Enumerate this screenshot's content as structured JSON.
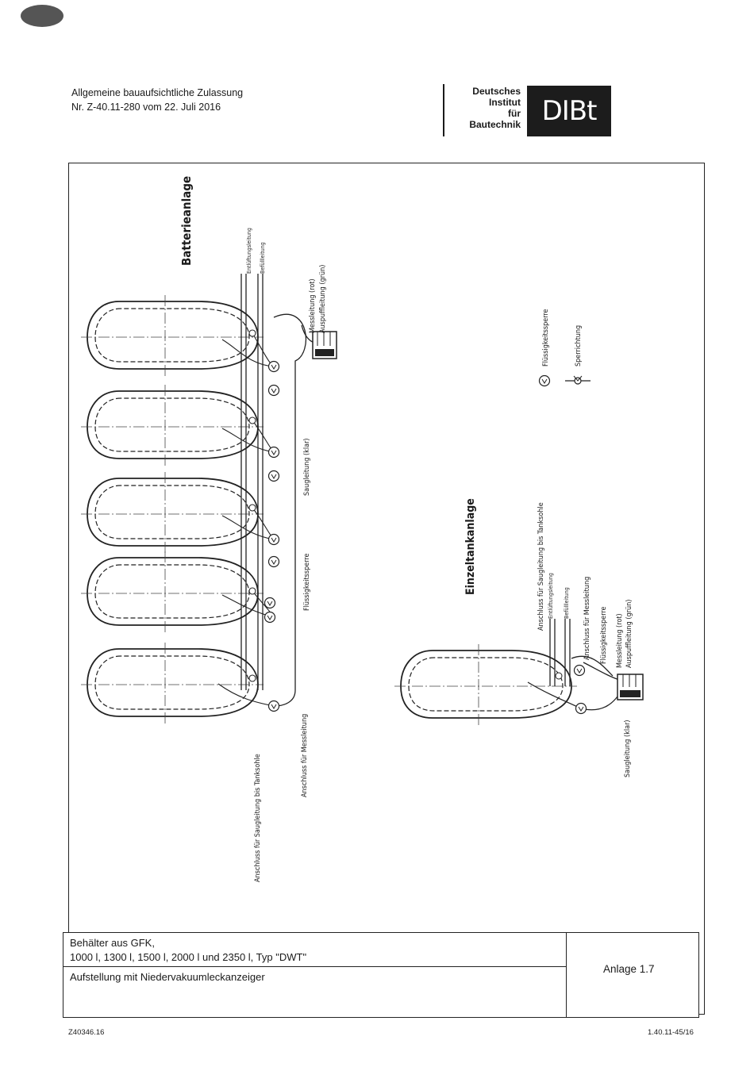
{
  "header": {
    "line1": "Allgemeine bauaufsichtliche Zulassung",
    "line2": "Nr. Z-40.11-280 vom 22. Juli 2016",
    "institute": [
      "Deutsches",
      "Institut",
      "für",
      "Bautechnik"
    ],
    "logo_text": "DIBt"
  },
  "drawing": {
    "battery": {
      "title": "Batterieanlage",
      "entlueftung": "Entlüftungsleitung",
      "befuell": "Befüllleitung",
      "messleitung_rot": "Messleitung (rot)",
      "auspuff": "Auspuffleitung (grün)",
      "saugleitung": "Saugleitung (klar)",
      "fluessigkeitssperre": "Flüssigkeitssperre",
      "anschluss_mess": "Anschluss für Messleitung",
      "anschluss_saug": "Anschluss für Saugleitung bis Tanksohle"
    },
    "single": {
      "title": "Einzeltankanlage",
      "anschluss_saug": "Anschluss für Saugleitung bis Tanksohle",
      "entlueftung": "Entlüftungsleitung",
      "befuell": "Befüllleitung",
      "anschluss_mess": "Anschluss für Messleitung",
      "fluessigkeitssperre": "Flüssigkeitssperre",
      "messleitung_rot": "Messleitung (rot)",
      "auspuff": "Auspuffleitung (grün)",
      "saugleitung": "Saugleitung (klar)"
    },
    "legend": {
      "fluessigkeitssperre": "Flüssigkeitssperre",
      "sperrrichtung": "Sperrichtung"
    }
  },
  "title_block": {
    "line1": "Behälter aus GFK,",
    "line2": "1000 l, 1300 l, 1500 l, 2000 l und 2350 l, Typ \"DWT\"",
    "line3": "Aufstellung mit Niedervakuumleckanzeiger",
    "anlage": "Anlage 1.7"
  },
  "footer": {
    "left": "Z40346.16",
    "right": "1.40.11-45/16"
  }
}
